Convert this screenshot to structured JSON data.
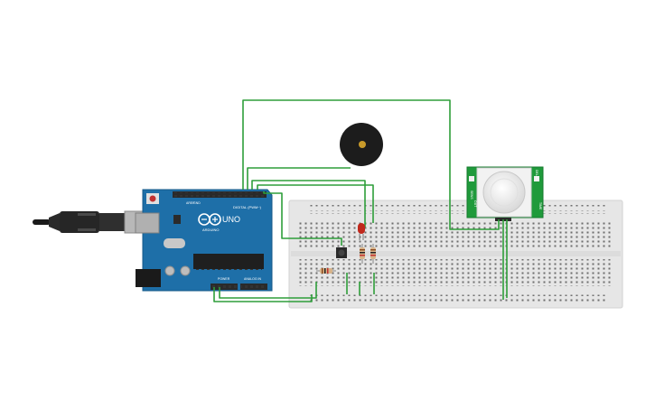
{
  "arduino": {
    "brand": "ARDUINO",
    "model": "UNO",
    "header_digital_label": "DIGITAL (PWM~)",
    "header_power_label": "POWER",
    "header_analog_label": "ANALOG IN",
    "aref_label": "AREF",
    "gnd_label": "GND"
  },
  "pir_sensor": {
    "left_label_1": "SENS",
    "left_label_2": "OUT",
    "right_label_1": "DELAY",
    "right_label_2": "TIME"
  },
  "colors": {
    "wire": "#2e9e3a",
    "board": "#1e6fa8",
    "breadboard": "#e8e8e8",
    "pir_board": "#1f9a3b",
    "led": "#c0281c",
    "buzzer": "#1c1c1c"
  },
  "components": [
    "usb-cable",
    "arduino-uno",
    "breadboard",
    "piezo-buzzer",
    "pir-sensor",
    "led",
    "resistor",
    "pushbutton"
  ]
}
